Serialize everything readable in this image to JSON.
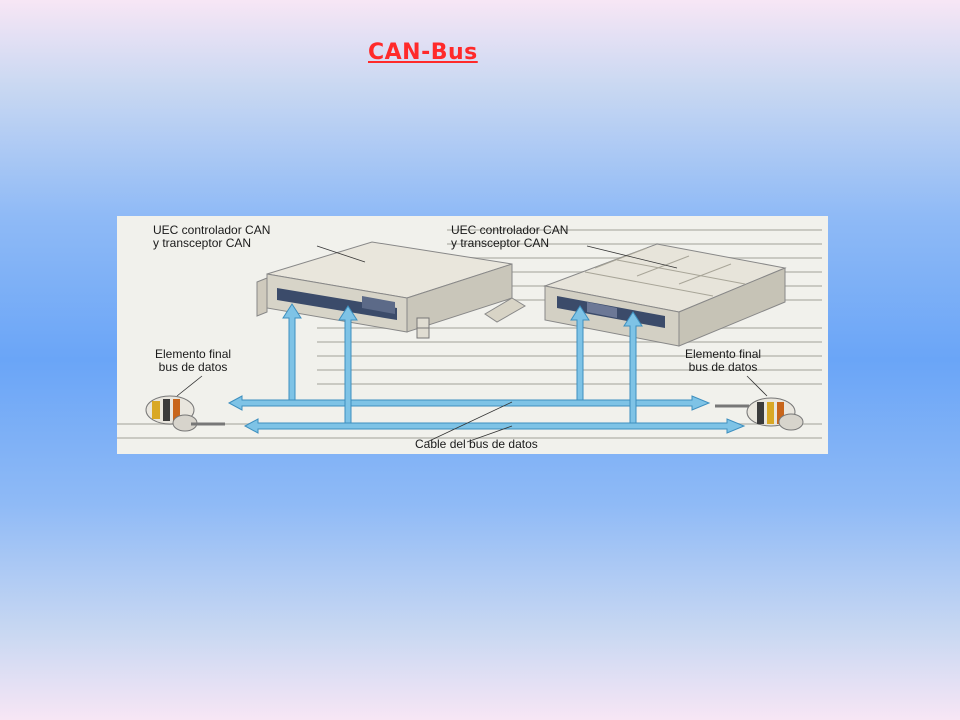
{
  "slide": {
    "title": "CAN-Bus"
  },
  "diagram": {
    "ecu_left": {
      "line1": "UEC controlador CAN",
      "line2": "y transceptor CAN"
    },
    "ecu_right": {
      "line1": "UEC controlador CAN",
      "line2": "y transceptor CAN"
    },
    "terminator_left": {
      "line1": "Elemento final",
      "line2": "bus de datos"
    },
    "terminator_right": {
      "line1": "Elemento final",
      "line2": "bus de datos"
    },
    "cable_label": "Cable del bus de datos",
    "colors": {
      "bus_arrow": "#7ec3e6",
      "title": "#ff2a2a"
    }
  }
}
